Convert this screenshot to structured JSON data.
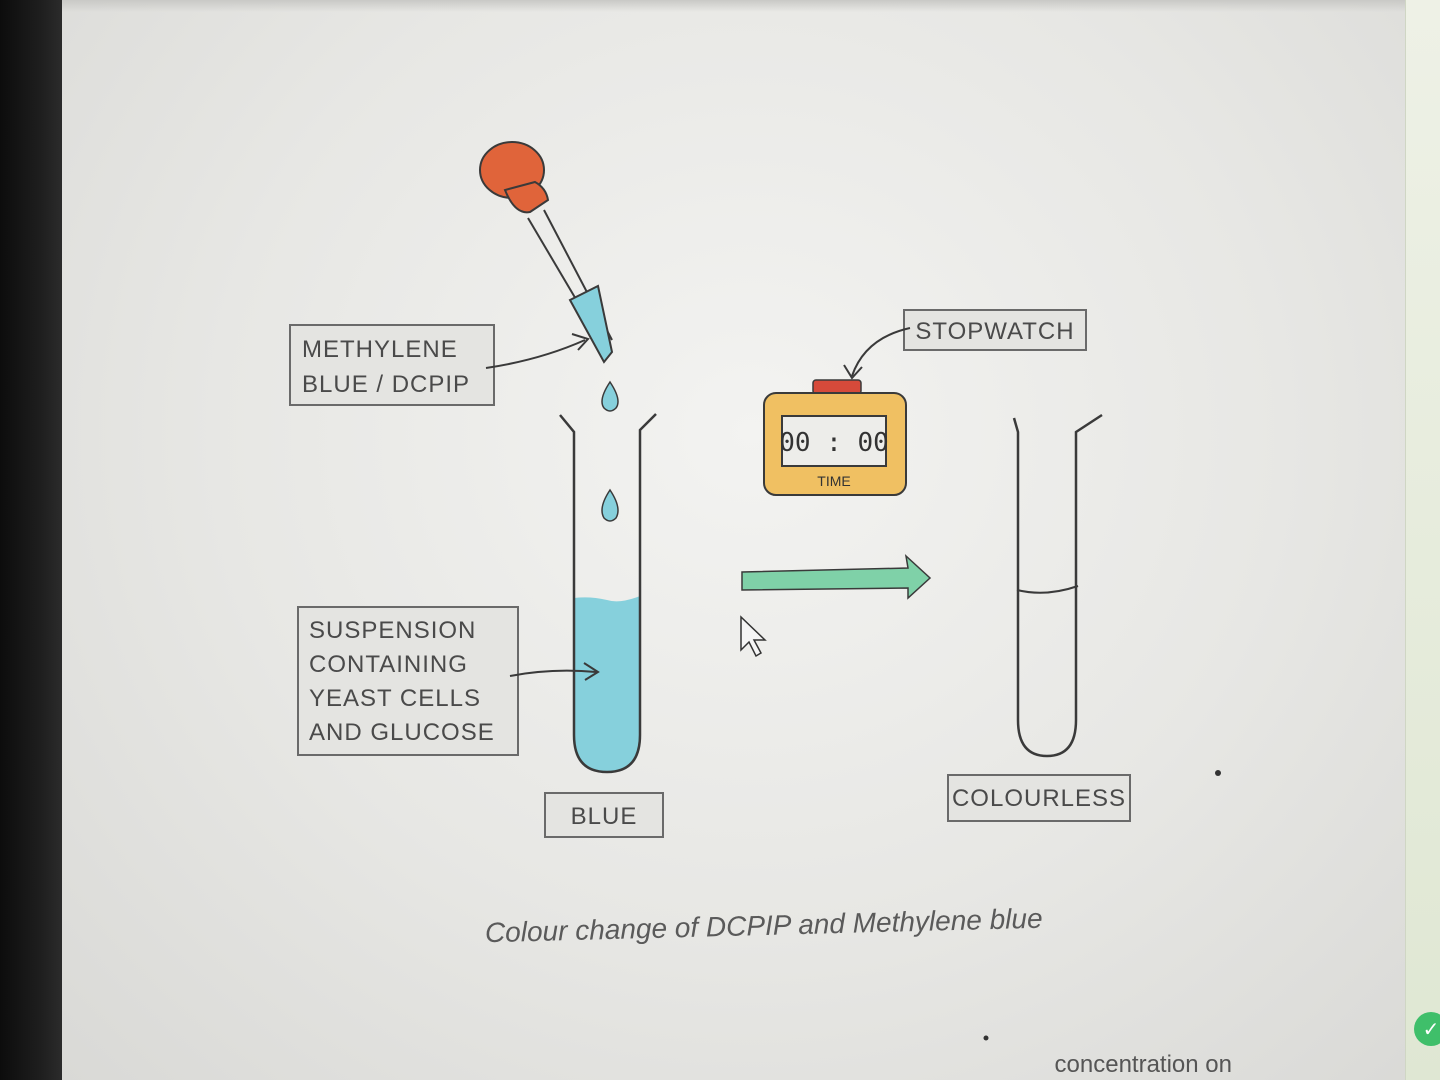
{
  "labels": {
    "indicator_line1": "METHYLENE",
    "indicator_line2": "BLUE / DCPIP",
    "suspension_line1": "SUSPENSION",
    "suspension_line2": "CONTAINING",
    "suspension_line3": "YEAST  CELLS",
    "suspension_line4": "AND  GLUCOSE",
    "stopwatch": "STOPWATCH",
    "blue": "BLUE",
    "colourless": "COLOURLESS"
  },
  "stopwatch_display": {
    "time": "00 : 00",
    "sub_label": "TIME"
  },
  "caption": "Colour change of DCPIP and Methylene blue",
  "footer_partial_text": "concentration on",
  "colors": {
    "dropper_bulb": "#e0643a",
    "liquid_blue": "#86d0dc",
    "stopwatch_body": "#f0c062",
    "stopwatch_button": "#d64a3a",
    "arrow_green": "#7fd1a8",
    "check_green": "#3fbf6a"
  },
  "icons": {
    "dropper": "dropper-icon",
    "stopwatch": "stopwatch-icon",
    "arrow": "arrow-right-icon",
    "cursor": "mouse-cursor-icon",
    "check": "check-icon"
  }
}
